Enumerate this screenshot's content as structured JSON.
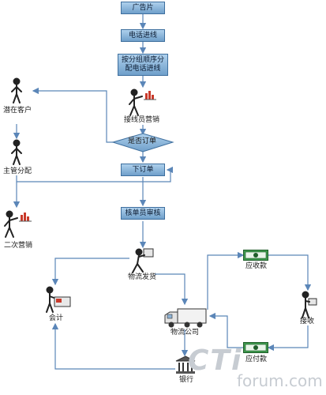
{
  "flow": {
    "ad": "广告片",
    "phone_in": "电话进线",
    "assign_line1": "按分组顺序分",
    "assign_line2": "配电话进线",
    "operator_sales": "接线员营销",
    "decision": "是否订单",
    "order": "下订单",
    "review": "核单员审核"
  },
  "roles": {
    "prospect": "潜在客户",
    "supervisor": "主管分配",
    "second_sales": "二次营销",
    "logistics_delivery": "物流发货",
    "accountant": "会计",
    "logistics_company": "物流公司",
    "bank": "银行",
    "receive": "接收"
  },
  "finance": {
    "receivable": "应收款",
    "payable": "应付款"
  },
  "watermark": {
    "big": "CTi",
    "small": "forum.com"
  },
  "colors": {
    "box_top": "#aed0ec",
    "box_bottom": "#6f9fca",
    "line": "#5b86b8"
  }
}
